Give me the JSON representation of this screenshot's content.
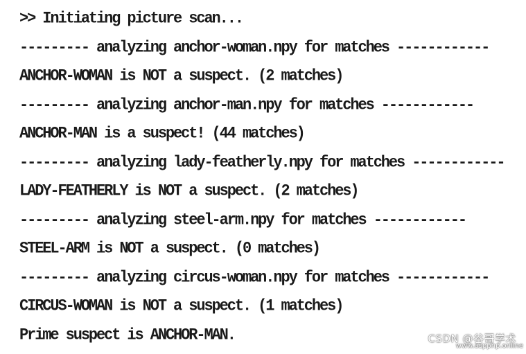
{
  "terminal": {
    "lines": [
      ">> Initiating picture scan...",
      "--------- analyzing anchor-woman.npy for matches ------------",
      "ANCHOR-WOMAN is NOT a suspect. (2 matches)",
      "--------- analyzing anchor-man.npy for matches ------------",
      "ANCHOR-MAN is a suspect! (44 matches)",
      "--------- analyzing lady-featherly.npy for matches ------------",
      "LADY-FEATHERLY is NOT a suspect. (2 matches)",
      "--------- analyzing steel-arm.npy for matches ------------",
      "STEEL-ARM is NOT a suspect. (0 matches)",
      "--------- analyzing circus-woman.npy for matches ------------",
      "CIRCUS-WOMAN is NOT a suspect. (1 matches)",
      "Prime suspect is ANCHOR-MAN."
    ]
  },
  "watermark": {
    "text": "CSDN @谷哥学术",
    "subtext": "www.aspphp.online"
  }
}
